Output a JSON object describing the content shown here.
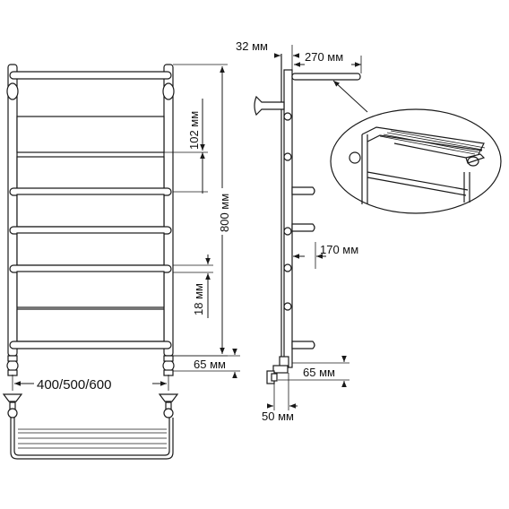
{
  "labels": {
    "shelf_offset": "32 мм",
    "shelf_depth": "270 мм",
    "rung_spacing": "102 мм",
    "height": "800 мм",
    "rung_thickness": "18 мм",
    "wall_offset": "170 мм",
    "bottom_offset_front": "65 мм",
    "bottom_offset_side": "65 мм",
    "width": "400/500/600",
    "connection_offset": "50 мм"
  },
  "colors": {
    "line": "#1a1a1a",
    "background": "#ffffff"
  },
  "icons": {
    "arrow": "dimension-arrow"
  }
}
